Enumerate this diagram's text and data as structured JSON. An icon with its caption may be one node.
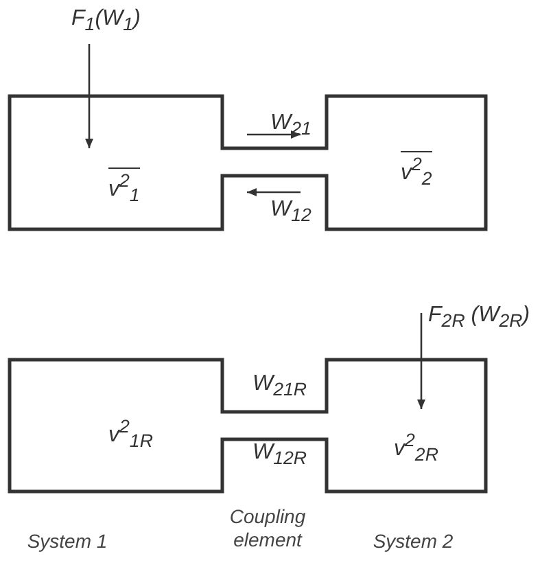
{
  "diagram": {
    "nodes": [
      {
        "text": [
          "v$^{2}$$_{1}$",
          "W$_{21}$",
          "W$_{12}$",
          "v$^{2}$$_{2}$"
        ]
      },
      {
        "text": [
          "v$^{2}$$_{1R}$",
          "W$_{21R}$",
          "W$_{12R}$",
          "v$^{2}$$_{2R}$"
        ]
      }
    ],
    "labels": [
      "F$_{1}$(W$_{1}$)",
      "F$_{2R}$ (W$_{2R}$)",
      "System 1",
      "Coupling element",
      "System 2"
    ]
  }
}
